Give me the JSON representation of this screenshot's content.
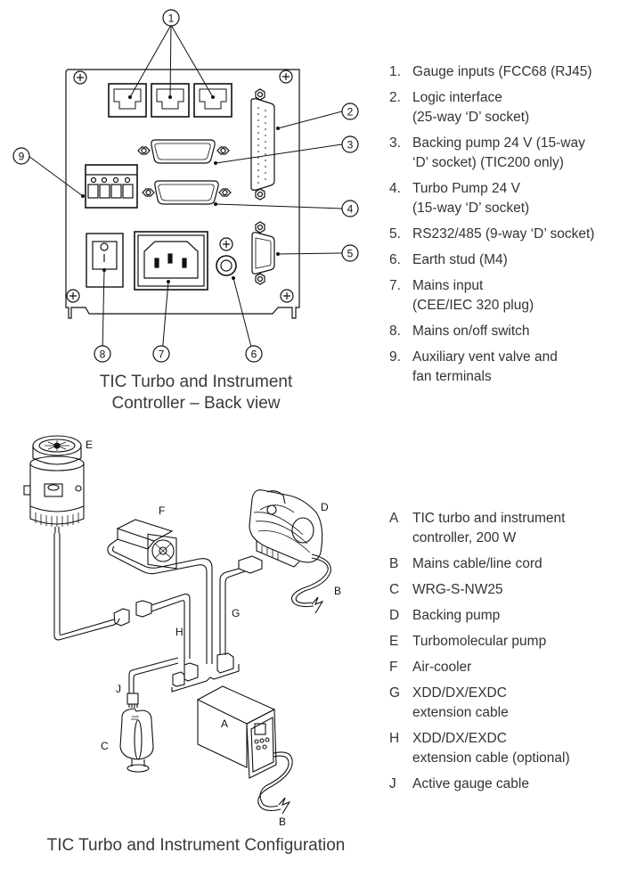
{
  "back_view": {
    "caption_line1": "TIC Turbo and Instrument",
    "caption_line2": "Controller – Back view",
    "callouts": [
      "1",
      "2",
      "3",
      "4",
      "5",
      "6",
      "7",
      "8",
      "9"
    ],
    "legend": [
      {
        "key": "1.",
        "lines": [
          "Gauge inputs (FCC68 (RJ45)"
        ]
      },
      {
        "key": "2.",
        "lines": [
          "Logic interface",
          "(25-way ‘D’ socket)"
        ]
      },
      {
        "key": "3.",
        "lines": [
          "Backing pump 24 V (15-way",
          "‘D’ socket) (TIC200 only)"
        ]
      },
      {
        "key": "4.",
        "lines": [
          "Turbo Pump 24 V",
          "(15-way ‘D’ socket)"
        ]
      },
      {
        "key": "5.",
        "lines": [
          "RS232/485 (9-way ‘D’ socket)"
        ]
      },
      {
        "key": "6.",
        "lines": [
          "Earth stud (M4)"
        ]
      },
      {
        "key": "7.",
        "lines": [
          "Mains input",
          "(CEE/IEC 320 plug)"
        ]
      },
      {
        "key": "8.",
        "lines": [
          "Mains on/off switch"
        ]
      },
      {
        "key": "9.",
        "lines": [
          "Auxiliary vent valve and",
          "fan terminals"
        ]
      }
    ]
  },
  "configuration": {
    "caption": "TIC Turbo and Instrument Configuration",
    "labels": {
      "A": "A",
      "B": "B",
      "C": "C",
      "D": "D",
      "E": "E",
      "F": "F",
      "G": "G",
      "H": "H",
      "J": "J"
    },
    "legend": [
      {
        "key": "A",
        "lines": [
          "TIC turbo and instrument",
          "controller, 200 W"
        ]
      },
      {
        "key": "B",
        "lines": [
          "Mains cable/line cord"
        ]
      },
      {
        "key": "C",
        "lines": [
          "WRG-S-NW25"
        ]
      },
      {
        "key": "D",
        "lines": [
          "Backing pump"
        ]
      },
      {
        "key": "E",
        "lines": [
          "Turbomolecular pump"
        ]
      },
      {
        "key": "F",
        "lines": [
          "Air-cooler"
        ]
      },
      {
        "key": "G",
        "lines": [
          "XDD/DX/EXDC",
          "extension cable"
        ]
      },
      {
        "key": "H",
        "lines": [
          "XDD/DX/EXDC",
          "extension cable (optional)"
        ]
      },
      {
        "key": "J",
        "lines": [
          "Active gauge cable"
        ]
      }
    ]
  }
}
